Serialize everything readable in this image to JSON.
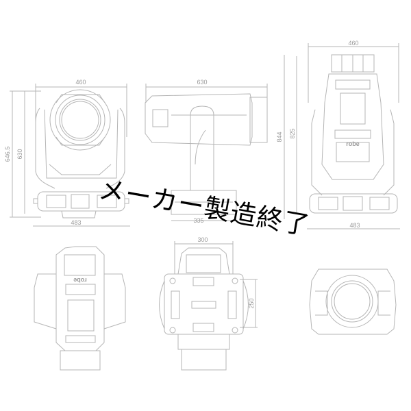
{
  "diagram": {
    "subject": "moving-head light fixture dimension drawings",
    "brand_label": "robe",
    "line_color": "#b0b0b0",
    "views": [
      {
        "name": "front-view",
        "dimensions": {
          "width_top": "460",
          "height_total": "646.5",
          "height_body": "630",
          "width_base": "483"
        }
      },
      {
        "name": "side-view",
        "dimensions": {
          "length": "630",
          "base_width": "335"
        }
      },
      {
        "name": "rear-view",
        "dimensions": {
          "width_top": "460",
          "height_total": "844",
          "height_body": "825",
          "width_base": "483"
        }
      },
      {
        "name": "rear-tilted-view",
        "dimensions": {}
      },
      {
        "name": "bottom-view",
        "dimensions": {
          "width": "300",
          "depth": "250"
        }
      },
      {
        "name": "top-view",
        "dimensions": {}
      }
    ]
  },
  "labels": {
    "v1_top": "460",
    "v1_h1": "646.5",
    "v1_h2": "630",
    "v1_bottom": "483",
    "v2_top": "630",
    "v2_bottom": "335",
    "v3_top": "460",
    "v3_h1": "844",
    "v3_h2": "825",
    "v3_bottom": "483",
    "v5_top": "300",
    "v5_side": "250"
  },
  "overlay": {
    "text": "メーカー製造終了",
    "color": "#000000"
  }
}
